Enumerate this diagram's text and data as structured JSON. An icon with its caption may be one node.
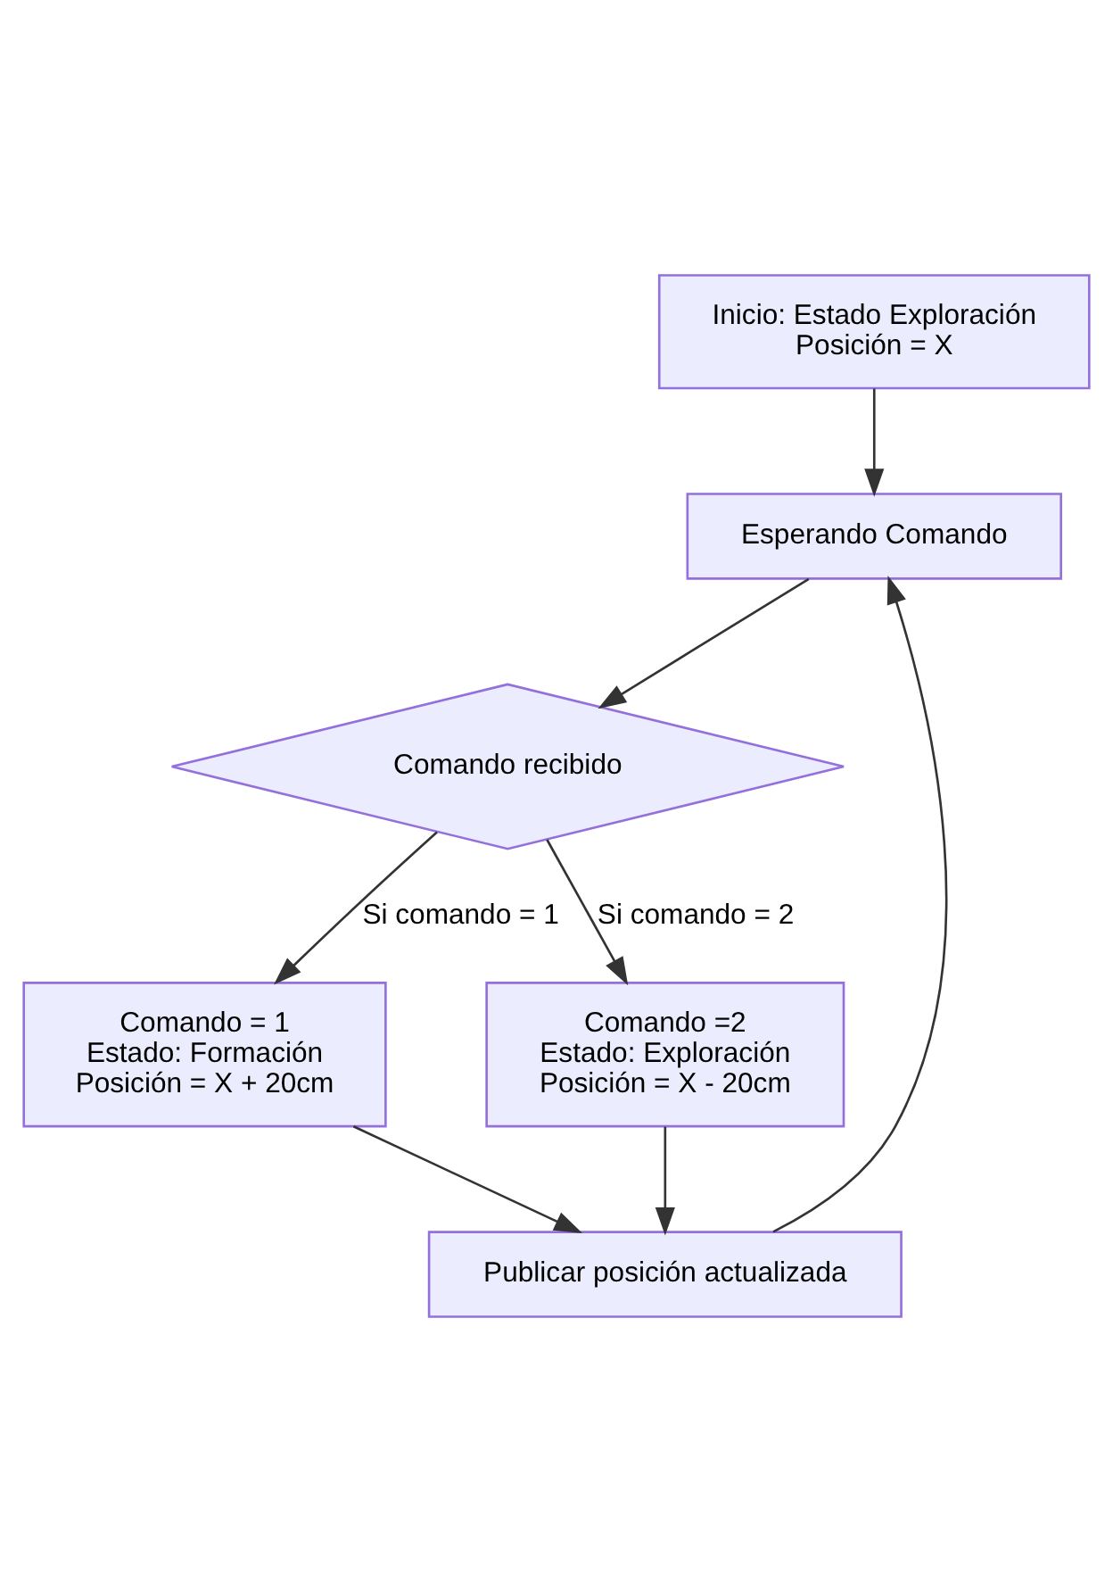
{
  "diagram": {
    "nodes": [
      {
        "text": [
          "Inicio: Estado Exploración",
          "Posición = X"
        ]
      },
      {
        "text": [
          "Esperando Comando"
        ]
      },
      {
        "text": [
          "Comando recibido"
        ]
      },
      {
        "text": [
          "Comando = 1",
          "Estado: Formación",
          "Posición = X + 20cm"
        ]
      },
      {
        "text": [
          "Comando =2",
          "Estado: Exploración",
          "Posición = X - 20cm"
        ]
      },
      {
        "text": [
          "Publicar posición actualizada"
        ]
      }
    ],
    "edges": [
      {
        "from": 0,
        "to": 1,
        "arrow": "to"
      },
      {
        "from": 1,
        "to": 2,
        "arrow": "to"
      },
      {
        "from": 2,
        "to": 3,
        "arrow": "to",
        "label": "Si comando = 1"
      },
      {
        "from": 2,
        "to": 4,
        "arrow": "to",
        "label": "Si comando = 2"
      },
      {
        "from": 3,
        "to": 5,
        "arrow": "to"
      },
      {
        "from": 4,
        "to": 5,
        "arrow": "to"
      },
      {
        "from": 5,
        "to": 1,
        "arrow": "to"
      }
    ]
  }
}
